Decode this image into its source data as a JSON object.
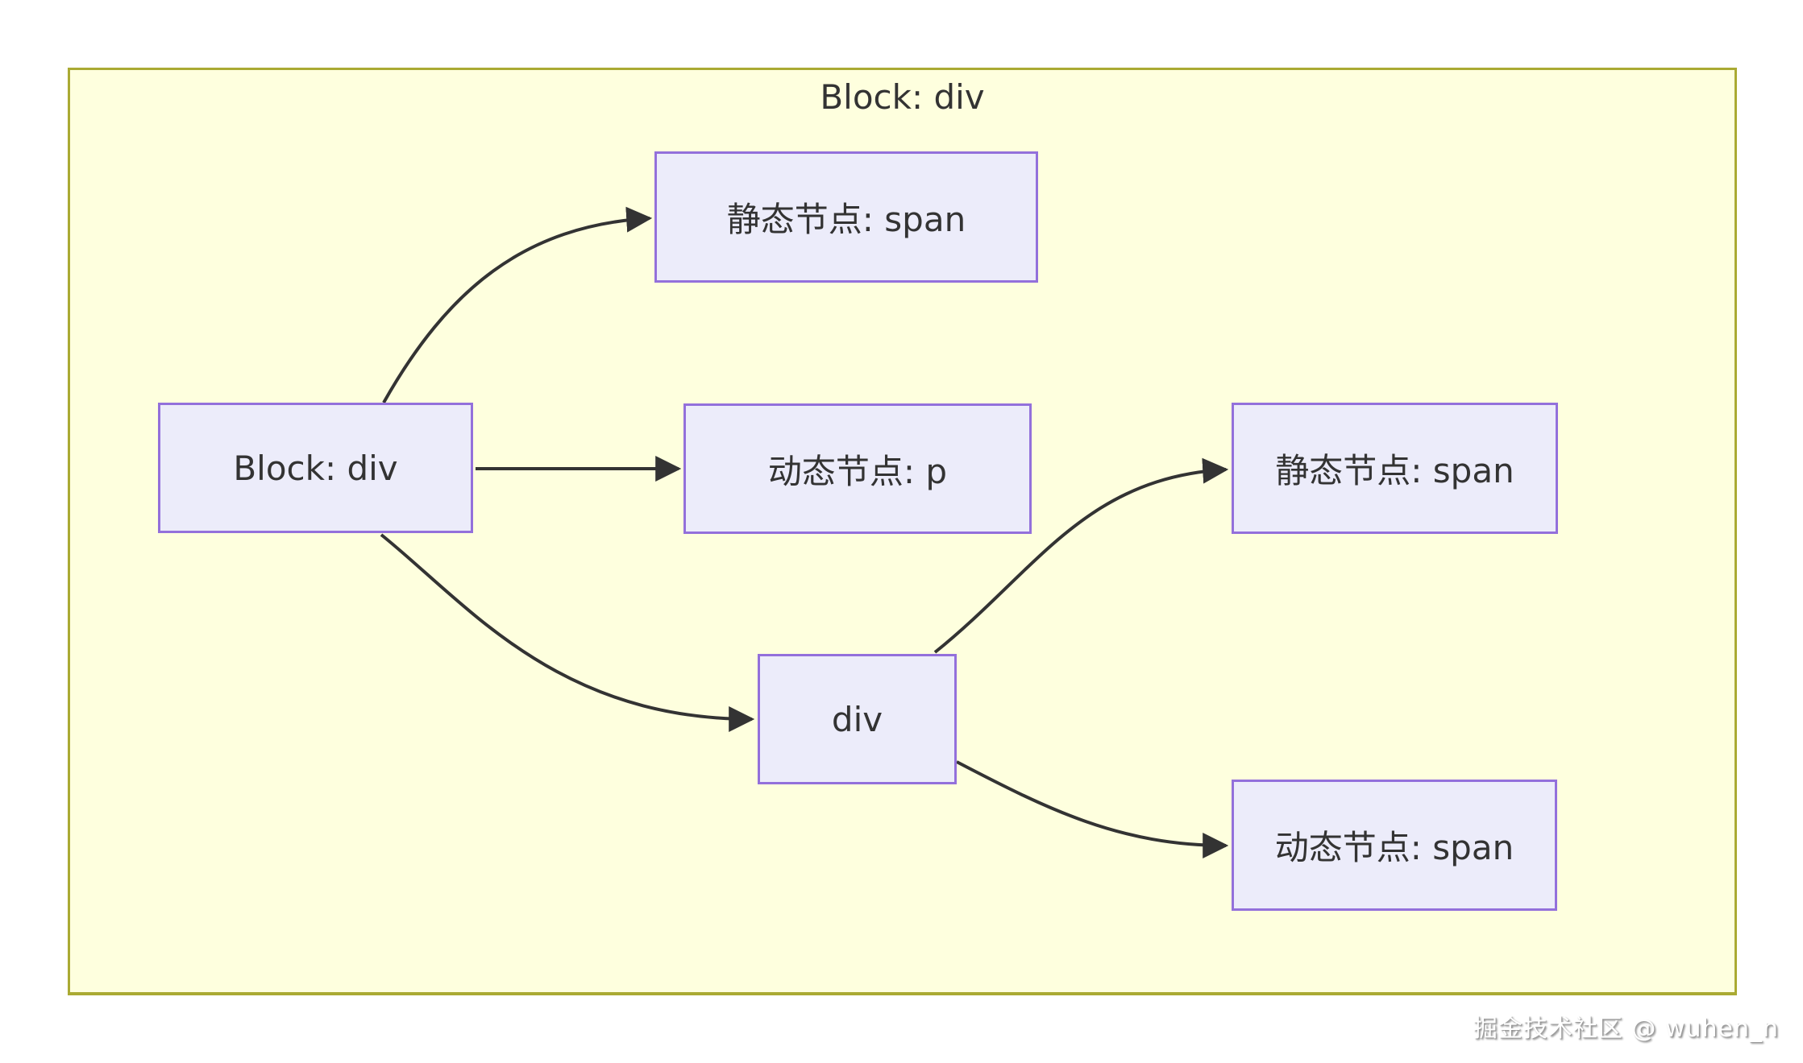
{
  "diagram": {
    "cluster": {
      "title": "Block: div"
    },
    "nodes": [
      {
        "id": "root",
        "label": "Block: div"
      },
      {
        "id": "static-span-top",
        "label": "静态节点: span"
      },
      {
        "id": "dynamic-p",
        "label": "动态节点: p"
      },
      {
        "id": "div-child",
        "label": "div"
      },
      {
        "id": "static-span-2",
        "label": "静态节点: span"
      },
      {
        "id": "dynamic-span",
        "label": "动态节点: span"
      }
    ],
    "edges": [
      {
        "from": "root",
        "to": "static-span-top"
      },
      {
        "from": "root",
        "to": "dynamic-p"
      },
      {
        "from": "root",
        "to": "div-child"
      },
      {
        "from": "div-child",
        "to": "static-span-2"
      },
      {
        "from": "div-child",
        "to": "dynamic-span"
      }
    ],
    "colors": {
      "cluster_fill": "#feffde",
      "cluster_border": "#aaaa33",
      "node_fill": "#ececfa",
      "node_border": "#9370db",
      "edge_color": "#333333",
      "text_color": "#333333"
    }
  },
  "watermark": {
    "text": "掘金技术社区 @ wuhen_n"
  }
}
